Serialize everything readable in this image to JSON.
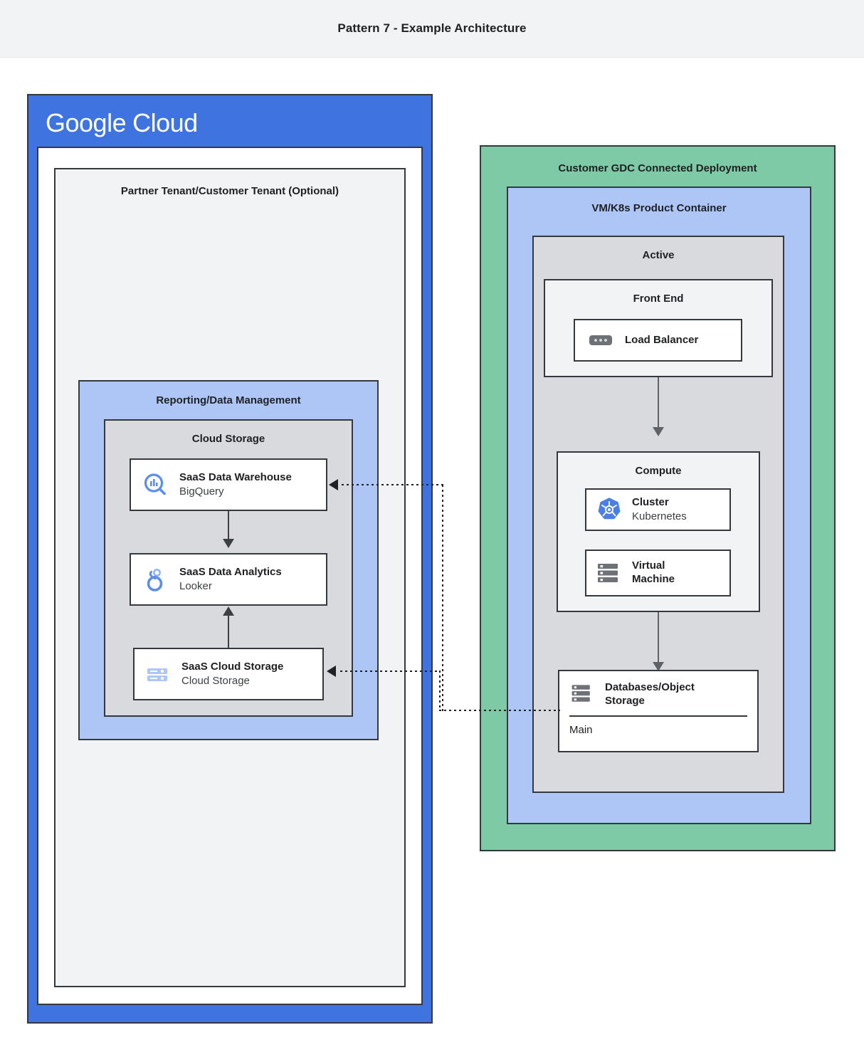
{
  "header": {
    "title": "Pattern 7 - Example Architecture"
  },
  "google_cloud": {
    "logo_primary": "Google",
    "logo_secondary": "Cloud",
    "tenant": {
      "title": "Partner Tenant/Customer Tenant (Optional)"
    },
    "reporting": {
      "title": "Reporting/Data Management",
      "cloud_storage": {
        "title": "Cloud Storage",
        "nodes": [
          {
            "name": "SaaS Data Warehouse",
            "product": "BigQuery",
            "icon": "bigquery-icon"
          },
          {
            "name": "SaaS Data Analytics",
            "product": "Looker",
            "icon": "looker-icon"
          },
          {
            "name": "SaaS Cloud Storage",
            "product": "Cloud Storage",
            "icon": "cloud-storage-icon"
          }
        ]
      }
    }
  },
  "gdc": {
    "title": "Customer GDC Connected Deployment",
    "vm_k8s": {
      "title": "VM/K8s Product Container",
      "active": {
        "title": "Active",
        "front_end": {
          "title": "Front End",
          "load_balancer": {
            "name": "Load Balancer",
            "icon": "load-balancer-icon"
          }
        },
        "compute": {
          "title": "Compute",
          "nodes": [
            {
              "name": "Cluster",
              "product": "Kubernetes",
              "icon": "kubernetes-icon"
            },
            {
              "name": "Virtual",
              "product": "Machine",
              "icon": "virtual-machine-icon"
            }
          ]
        },
        "database": {
          "name_line1": "Databases/Object",
          "name_line2": "Storage",
          "sub": "Main",
          "icon": "database-icon"
        }
      }
    }
  },
  "colors": {
    "google_blue": "#3f73df",
    "periwinkle": "#aec6f5",
    "green": "#7ec9a6",
    "gray_panel": "#d9dadd",
    "light_gray": "#f1f3f4",
    "stroke": "#35383d",
    "icon_blue": "#5b8def",
    "icon_gray": "#6e7175"
  }
}
